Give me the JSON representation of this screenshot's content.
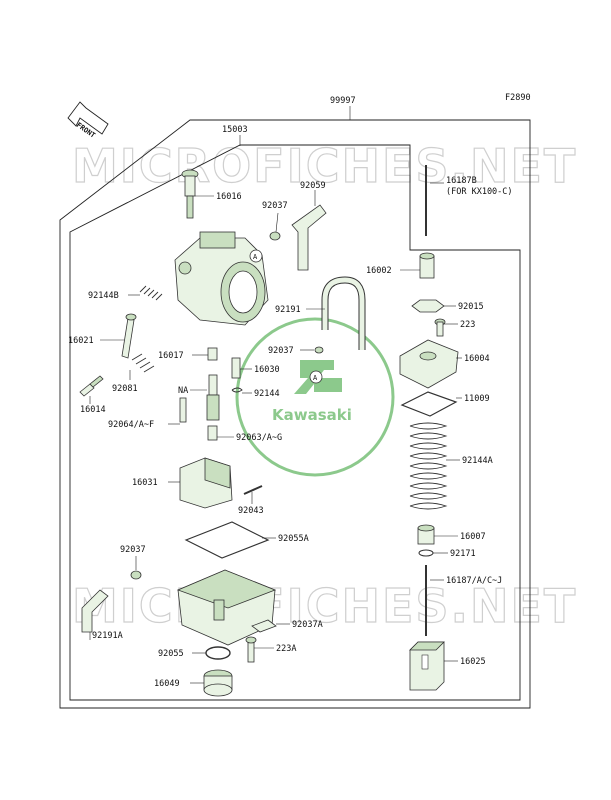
{
  "diagram": {
    "code": "F2890",
    "front_label": "FRONT",
    "watermark": "MICROFICHES.NET",
    "logo_text": "Kawasaki",
    "circle_ref": "A",
    "labels": {
      "p99997": "99997",
      "p15003": "15003",
      "p16016": "16016",
      "p92037a": "92037",
      "p92059": "92059",
      "p16187b": "16187B",
      "p16187b_note": "(FOR KX100-C)",
      "p16002": "16002",
      "p92144b": "92144B",
      "p92191": "92191",
      "p92015": "92015",
      "p223a": "223",
      "p16021": "16021",
      "p92037b": "92037",
      "p16004": "16004",
      "p16017": "16017",
      "p16030": "16030",
      "p92081": "92081",
      "pna": "NA",
      "p92144": "92144",
      "p16014": "16014",
      "p11009": "11009",
      "p92064": "92064/A~F",
      "p92063": "92063/A~G",
      "p92144a": "92144A",
      "p16031": "16031",
      "p92043": "92043",
      "p16007": "16007",
      "p92037c": "92037",
      "p92055a": "92055A",
      "p92171": "92171",
      "p16187": "16187/A/C~J",
      "p92037d": "92037A",
      "p92191a": "92191A",
      "p223b": "223A",
      "p92055": "92055",
      "p16049": "16049",
      "p16025": "16025"
    }
  },
  "colors": {
    "part_fill": "#e9f3e4",
    "part_dark": "#c9dfc0",
    "logo": "#8cc98c",
    "watermark": "#cfcfcf"
  }
}
